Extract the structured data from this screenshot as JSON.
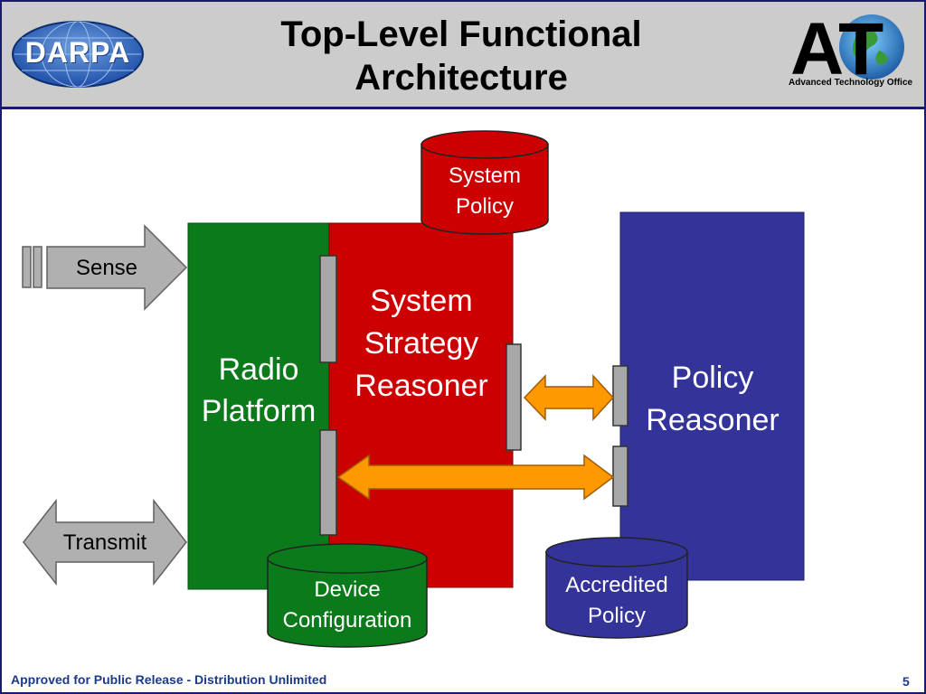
{
  "header": {
    "title_lines": [
      "Top-Level Functional",
      "Architecture"
    ],
    "logo_left_text": "DARPA",
    "logo_right_letters": "AT",
    "logo_right_caption": "Advanced Technology Office"
  },
  "blocks": {
    "radio_platform": [
      "Radio",
      "Platform"
    ],
    "system_strategy_reasoner": [
      "System",
      "Strategy",
      "Reasoner"
    ],
    "policy_reasoner": [
      "Policy",
      "Reasoner"
    ]
  },
  "databases": {
    "system_policy": [
      "System",
      "Policy"
    ],
    "device_configuration": [
      "Device",
      "Configuration"
    ],
    "accredited_policy": [
      "Accredited",
      "Policy"
    ]
  },
  "arrows": {
    "sense": "Sense",
    "transmit": "Transmit"
  },
  "footer": {
    "release_notice": "Approved for Public Release - Distribution Unlimited",
    "page_number": "5"
  },
  "colors": {
    "header_bg": "#cccccc",
    "frame": "#1a1a6e",
    "radio_green": "#0b7a1b",
    "strategy_red": "#cc0000",
    "policy_blue": "#333399",
    "connector_orange": "#ff9900",
    "arrow_gray": "#b0b0b0",
    "footer_text": "#1a3a8a"
  }
}
